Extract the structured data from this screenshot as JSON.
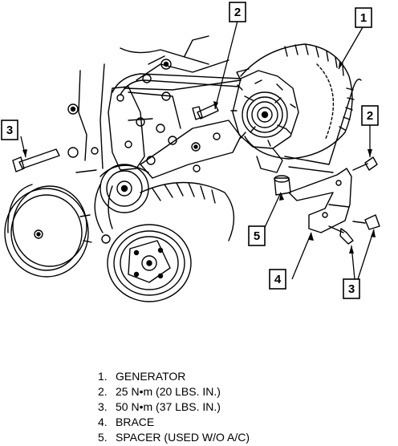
{
  "callouts": {
    "generator": "1",
    "bolt_small_top": "2",
    "bolt_small_right": "2",
    "bolt_large_left": "3",
    "bolt_large_bottom": "3",
    "brace": "4",
    "spacer": "5"
  },
  "legend": [
    {
      "num": "1.",
      "text": "GENERATOR"
    },
    {
      "num": "2.",
      "text": "25 N•m (20 LBS. IN.)"
    },
    {
      "num": "3.",
      "text": "50 N•m (37 LBS. IN.)"
    },
    {
      "num": "4.",
      "text": "BRACE"
    },
    {
      "num": "5.",
      "text": "SPACER (USED W/O A/C)"
    }
  ]
}
